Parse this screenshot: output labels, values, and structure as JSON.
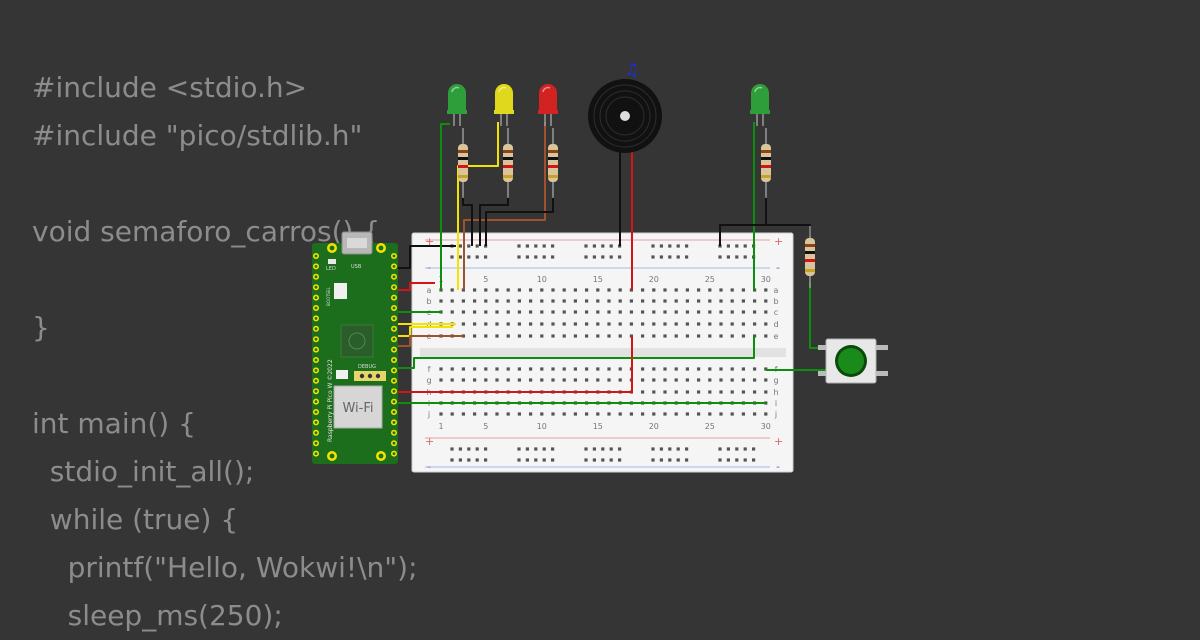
{
  "code_lines": [
    "#include <stdio.h>",
    "#include \"pico/stdlib.h\"",
    "",
    "void semaforo_carros() {",
    "",
    "}",
    "",
    "int main() {",
    "  stdio_init_all();",
    "  while (true) {",
    "    printf(\"Hello, Wokwi!\\n\");",
    "    sleep_ms(250);"
  ],
  "pico": {
    "board_label": "Raspberry Pi Pico W ©2022",
    "led_label": "LED",
    "usb_label": "USB",
    "debug_label": "DEBUG",
    "wifi_label": "Wi-Fi",
    "bootsel_label": "BOOTSEL"
  },
  "breadboard": {
    "column_numbers": [
      "1",
      "5",
      "10",
      "15",
      "20",
      "25",
      "30"
    ],
    "row_letters_top": [
      "a",
      "b",
      "c",
      "d",
      "e"
    ],
    "row_letters_bottom": [
      "f",
      "g",
      "h",
      "i",
      "j"
    ],
    "plus_sign": "+",
    "minus_sign": "-"
  },
  "components": {
    "leds": [
      {
        "name": "led-green-1",
        "color": "#2e9e3a"
      },
      {
        "name": "led-yellow",
        "color": "#e0d81c"
      },
      {
        "name": "led-red",
        "color": "#d32222"
      },
      {
        "name": "led-green-2",
        "color": "#2e9e3a"
      }
    ],
    "buzzer_icon": "music-note-icon",
    "button_color": "#1a8a1a"
  },
  "wire_colors": {
    "green": "#0d8f0d",
    "yellow": "#f2e400",
    "red": "#d41515",
    "brown": "#a0522d",
    "black": "#111111"
  }
}
